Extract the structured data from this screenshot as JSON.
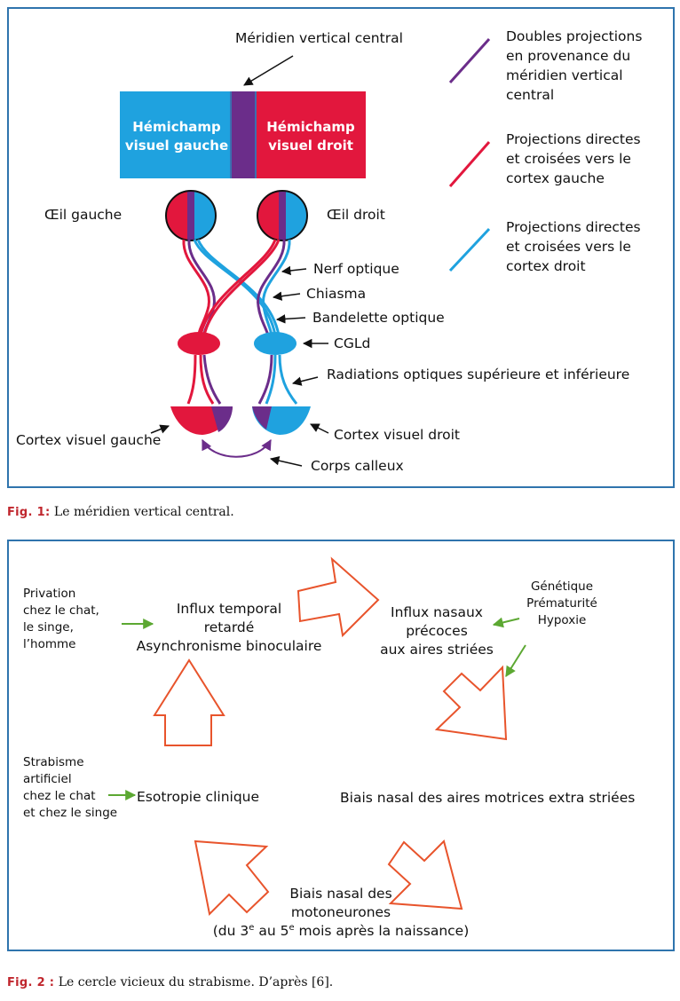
{
  "colors": {
    "frame": "#2f74ad",
    "blue": "#1fa2df",
    "red": "#e2173d",
    "purple": "#6b2d8a",
    "orange": "#e8542c",
    "green": "#5ca832"
  },
  "figure1": {
    "top_label": "Méridien vertical central",
    "left_field": [
      "Hémichamp",
      "visuel gauche"
    ],
    "right_field": [
      "Hémichamp",
      "visuel droit"
    ],
    "left_eye": "Œil gauche",
    "right_eye": "Œil droit",
    "labels": {
      "optic_nerve": "Nerf optique",
      "chiasm": "Chiasma",
      "optic_tract": "Bandelette optique",
      "lgn": "CGLd",
      "radiations": "Radiations optiques supérieure et inférieure",
      "right_cortex": "Cortex visuel droit",
      "left_cortex": "Cortex visuel gauche",
      "corpus_callosum": "Corps calleux"
    },
    "legend": [
      {
        "color": "purple",
        "text": [
          "Doubles projections",
          "en provenance du",
          "méridien vertical",
          "central"
        ]
      },
      {
        "color": "red",
        "text": [
          "Projections directes",
          "et croisées vers le",
          "cortex gauche"
        ]
      },
      {
        "color": "blue",
        "text": [
          "Projections directes",
          "et croisées vers le",
          "cortex droit"
        ]
      }
    ],
    "caption_label": "Fig. 1:",
    "caption_text": "Le méridien vertical central."
  },
  "figure2": {
    "deprivation": [
      "Privation",
      "chez le chat,",
      "le singe,",
      "l’homme"
    ],
    "temporal": [
      "Influx temporal",
      "retardé",
      "Asynchronisme binoculaire"
    ],
    "nasal": [
      "Influx nasaux",
      "précoces",
      "aux aires striées"
    ],
    "causes": [
      "Génétique",
      "Prématurité",
      "Hypoxie"
    ],
    "motor_bias": "Biais nasal des aires motrices extra striées",
    "artificial": [
      "Strabisme",
      "artificiel",
      "chez le chat",
      "et chez le singe"
    ],
    "esotropia": "Esotropie clinique",
    "motoneuron": [
      "Biais nasal des",
      "motoneurones"
    ],
    "months": {
      "pre": "(du 3",
      "sup1": "e",
      "mid": " au 5",
      "sup2": "e",
      "post": " mois après la naissance)"
    },
    "caption_label": "Fig. 2 :",
    "caption_text": "Le cercle vicieux du strabisme. D’après [6]."
  }
}
